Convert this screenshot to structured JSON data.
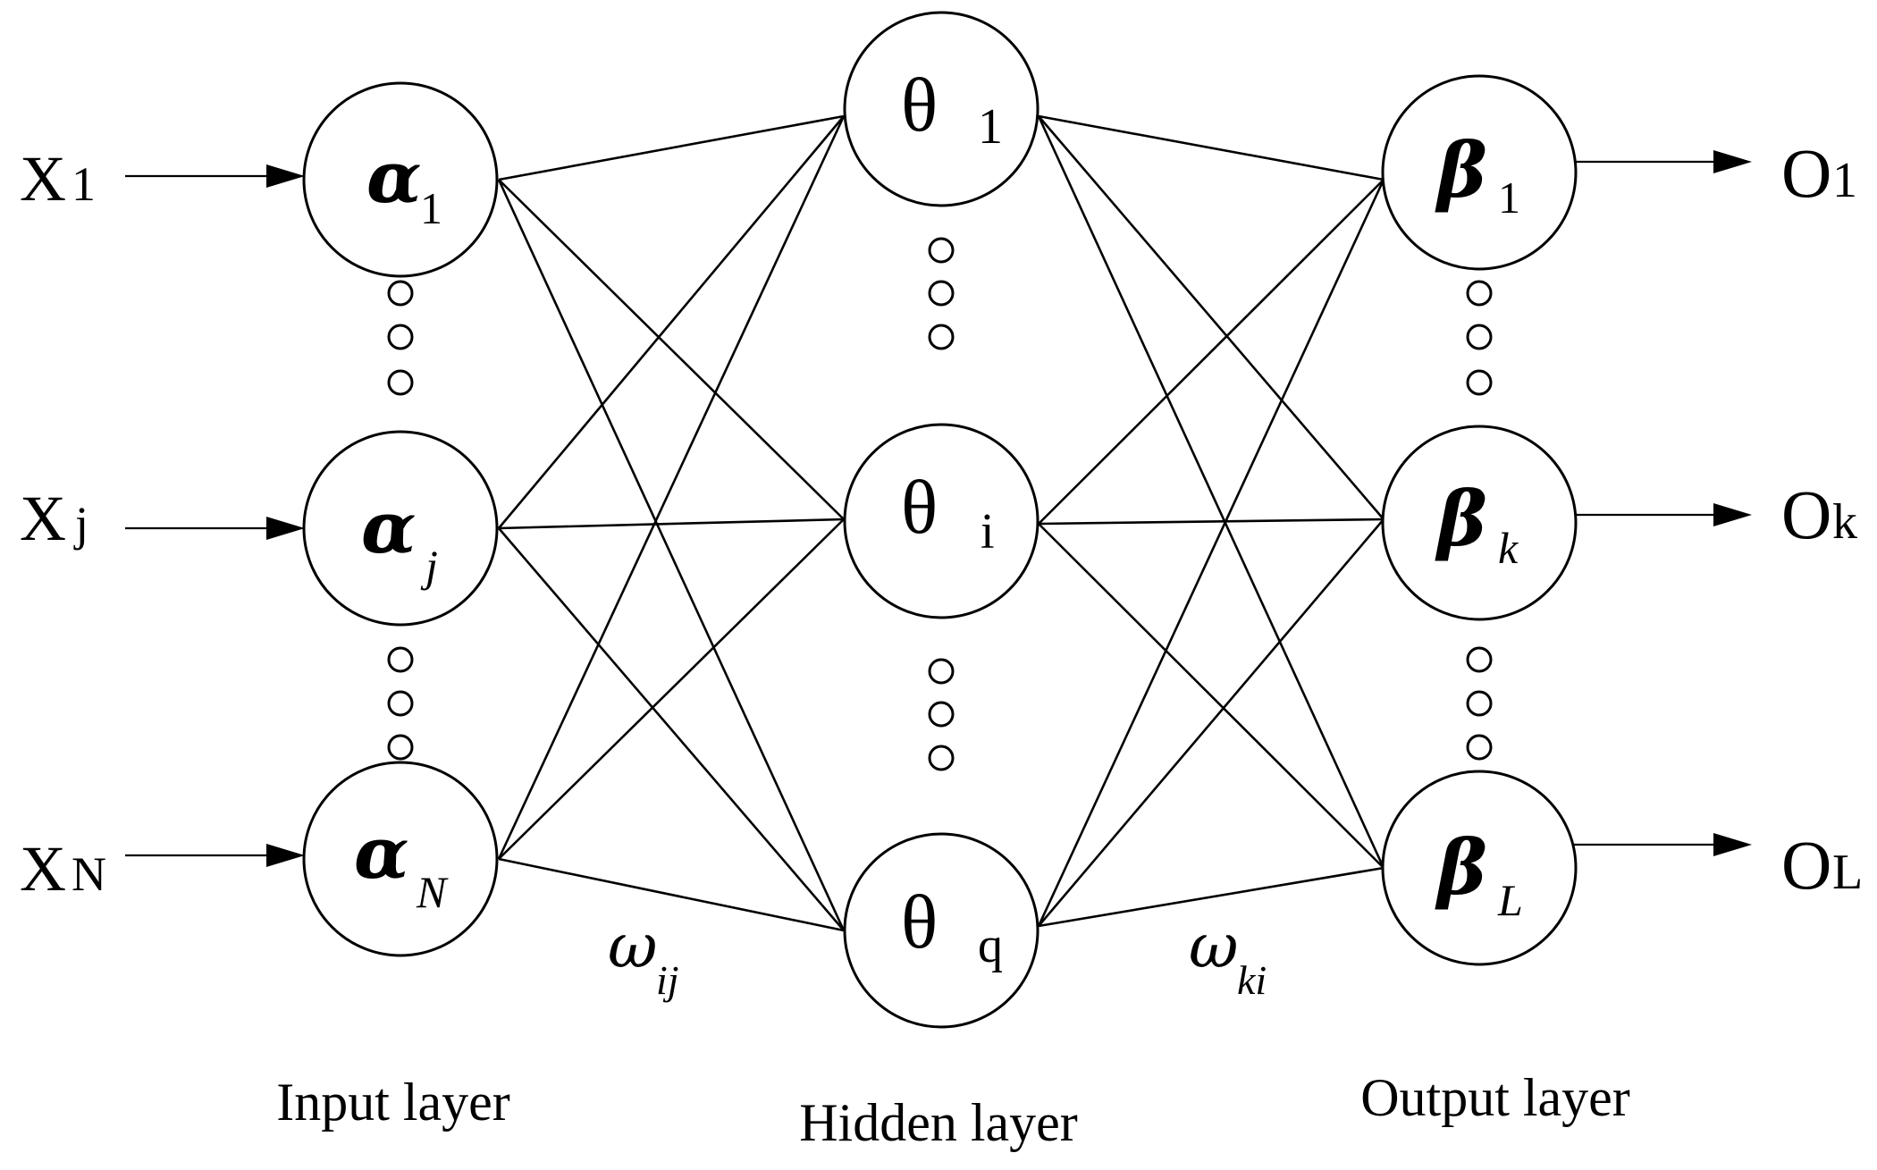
{
  "diagram": {
    "input_layer": {
      "label": "Input layer",
      "inputs": [
        {
          "main": "X",
          "sub": "1"
        },
        {
          "main": "X",
          "sub": "j"
        },
        {
          "main": "X",
          "sub": "N"
        }
      ],
      "nodes": [
        {
          "symbol": "α",
          "sub": "1"
        },
        {
          "symbol": "α",
          "sub": "j"
        },
        {
          "symbol": "α",
          "sub": "N"
        }
      ]
    },
    "hidden_layer": {
      "label": "Hidden layer",
      "nodes": [
        {
          "symbol": "θ",
          "sub": "1"
        },
        {
          "symbol": "θ",
          "sub": "i"
        },
        {
          "symbol": "θ",
          "sub": "q"
        }
      ]
    },
    "output_layer": {
      "label": "Output layer",
      "nodes": [
        {
          "symbol": "β",
          "sub": "1"
        },
        {
          "symbol": "β",
          "sub": "k"
        },
        {
          "symbol": "β",
          "sub": "L"
        }
      ],
      "outputs": [
        {
          "main": "O",
          "sub": "1"
        },
        {
          "main": "O",
          "sub": "k"
        },
        {
          "main": "O",
          "sub": "L"
        }
      ]
    },
    "weights": {
      "input_hidden": {
        "symbol": "ω",
        "sub": "ij"
      },
      "hidden_output": {
        "symbol": "ω",
        "sub": "ki"
      }
    }
  }
}
